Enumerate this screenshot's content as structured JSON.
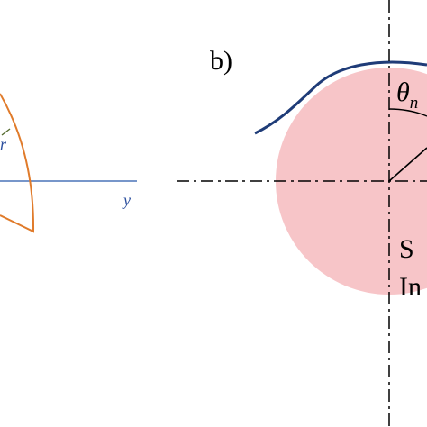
{
  "panel_a": {
    "r_label": "r",
    "y_axis_label": "y"
  },
  "panel_b": {
    "panel_label": "b)",
    "theta_symbol": "θ",
    "theta_subscript": "n",
    "text_line_1": "S",
    "text_line_2": "In"
  },
  "colors": {
    "circle_fill": "#f7c5c8",
    "curve_stroke": "#1f3c78",
    "horizontal_axis_a": "#4a73b8",
    "wedge_stroke": "#e07b2b",
    "centerline_stroke": "#000000",
    "label_blue": "#2c4f9e"
  }
}
